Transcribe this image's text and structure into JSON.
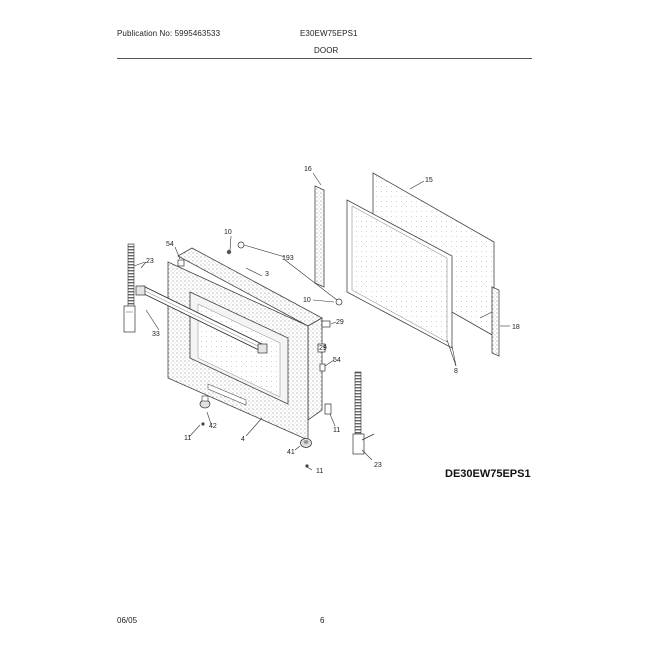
{
  "header": {
    "publication": "Publication No: 5995463533",
    "model": "E30EW75EPS1",
    "section": "DOOR"
  },
  "diagram_code": "DE30EW75EPS1",
  "footer": {
    "date": "06/05",
    "page": "6"
  },
  "callouts": {
    "c16": "16",
    "c15": "15",
    "c10a": "10",
    "c54a": "54",
    "c23a": "23",
    "c193": "193",
    "c3": "3",
    "c10b": "10",
    "c29a": "29",
    "c18": "18",
    "c33": "33",
    "c29b": "29",
    "c54b": "54",
    "c8": "8",
    "c11a": "11",
    "c42": "42",
    "c4": "4",
    "c11b": "11",
    "c41": "41",
    "c11c": "11",
    "c23b": "23"
  }
}
